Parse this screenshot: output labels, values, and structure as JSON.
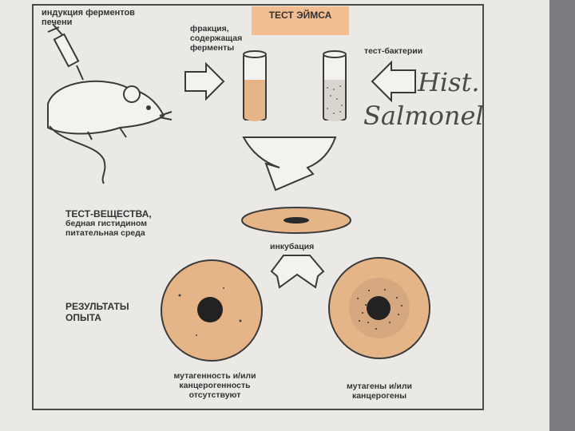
{
  "title": "ТЕСТ ЭЙМСА",
  "labels": {
    "enzyme_induction": [
      "индукция ферментов",
      "печени"
    ],
    "enzyme_fraction": [
      "фракция,",
      "содержащая",
      "ферменты"
    ],
    "test_bacteria": "тест-бактерии",
    "test_substances": [
      "ТЕСТ-ВЕЩЕСТВА,",
      "бедная гистидином",
      "питательная среда"
    ],
    "incubation": "инкубация",
    "results": [
      "РЕЗУЛЬТАТЫ",
      "ОПЫТА"
    ],
    "negative_result": [
      "мутагенность и/или",
      "канцерогенность",
      "отсутствуют"
    ],
    "positive_result": [
      "мутагены и/или",
      "канцерогены"
    ]
  },
  "handwriting": {
    "line1": "Hist.",
    "line2": "Salmonel"
  },
  "colors": {
    "medium": "#e6b587",
    "paper": "#ebe9e6",
    "ink": "#333333",
    "title_bg": "#f2bd91"
  },
  "icons": [
    "syringe-icon",
    "rat-icon",
    "test-tube-icon",
    "arrow-icon",
    "petri-dish-icon"
  ]
}
